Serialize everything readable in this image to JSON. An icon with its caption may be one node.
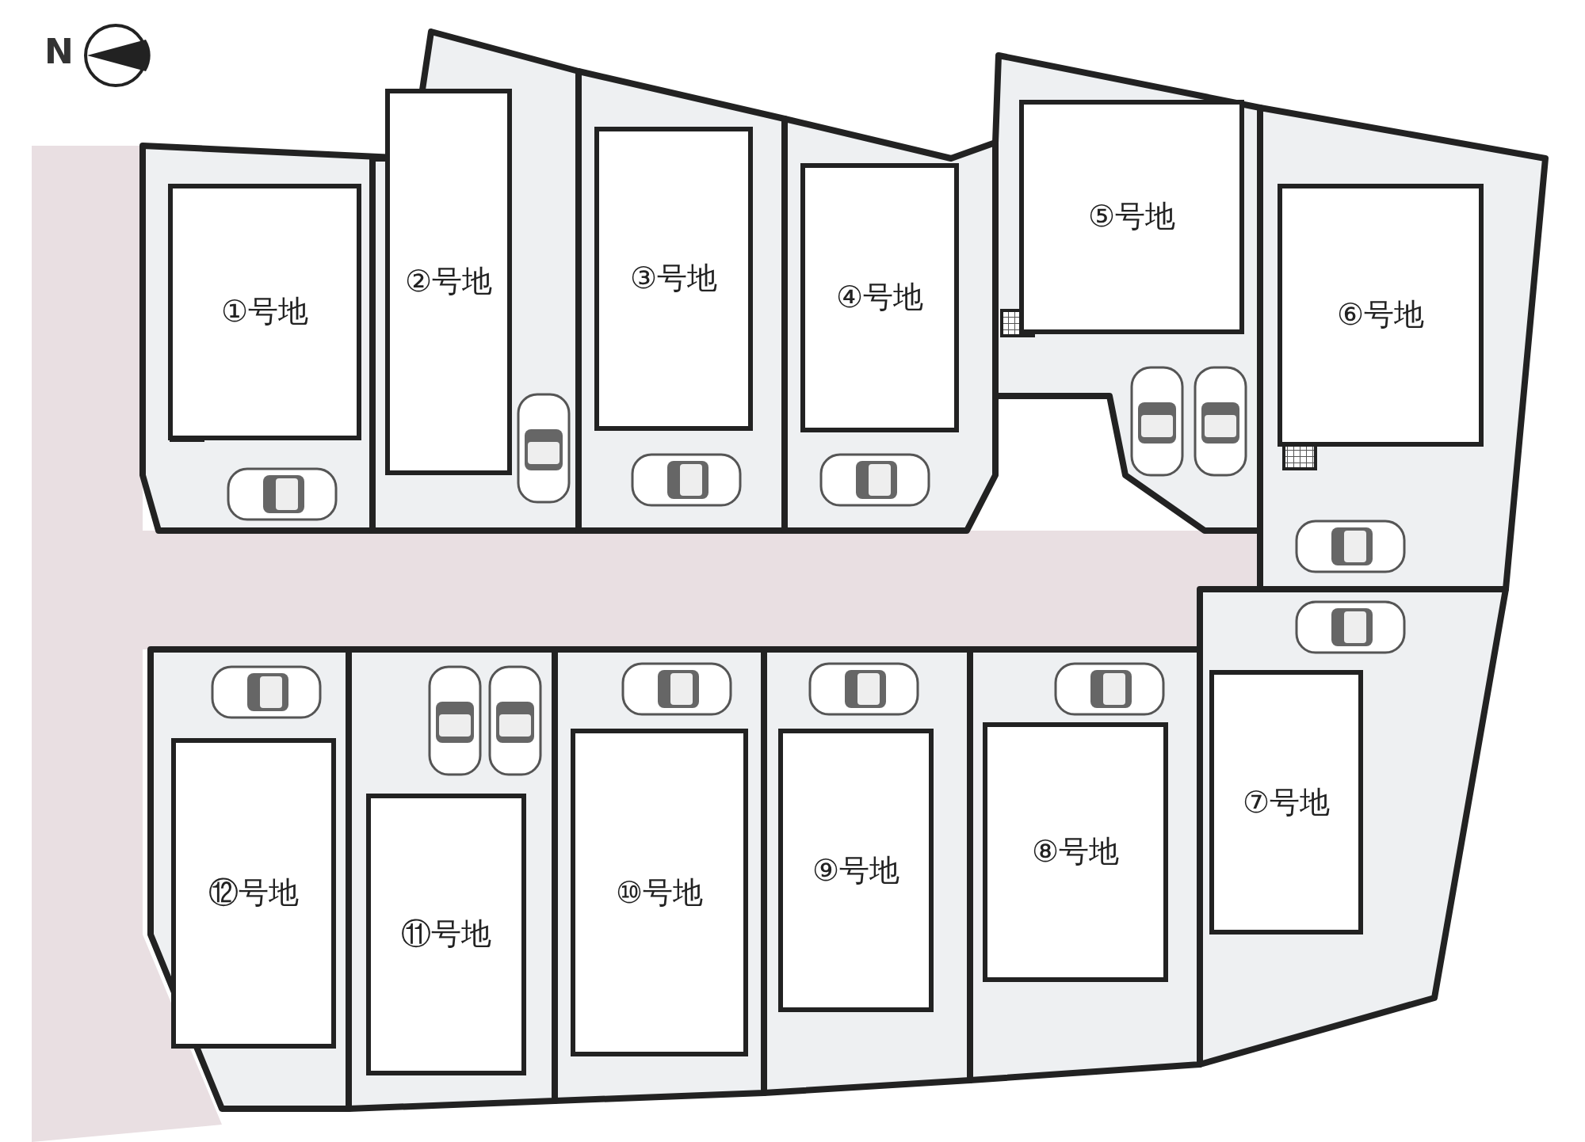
{
  "diagram": {
    "nodes": [
      {
        "text": [
          "①号地"
        ]
      },
      {
        "text": [
          "②号地"
        ]
      },
      {
        "text": [
          "③号地"
        ]
      },
      {
        "text": [
          "④号地"
        ]
      },
      {
        "text": [
          "⑤号地"
        ]
      },
      {
        "text": [
          "⑥号地"
        ]
      },
      {
        "text": [
          "⑫号地"
        ]
      },
      {
        "text": [
          "⑪号地"
        ]
      },
      {
        "text": [
          "⑩号地"
        ]
      },
      {
        "text": [
          "⑨号地"
        ]
      },
      {
        "text": [
          "⑧号地"
        ]
      },
      {
        "text": [
          "⑦号地"
        ]
      }
    ],
    "labels": [
      "N"
    ]
  }
}
